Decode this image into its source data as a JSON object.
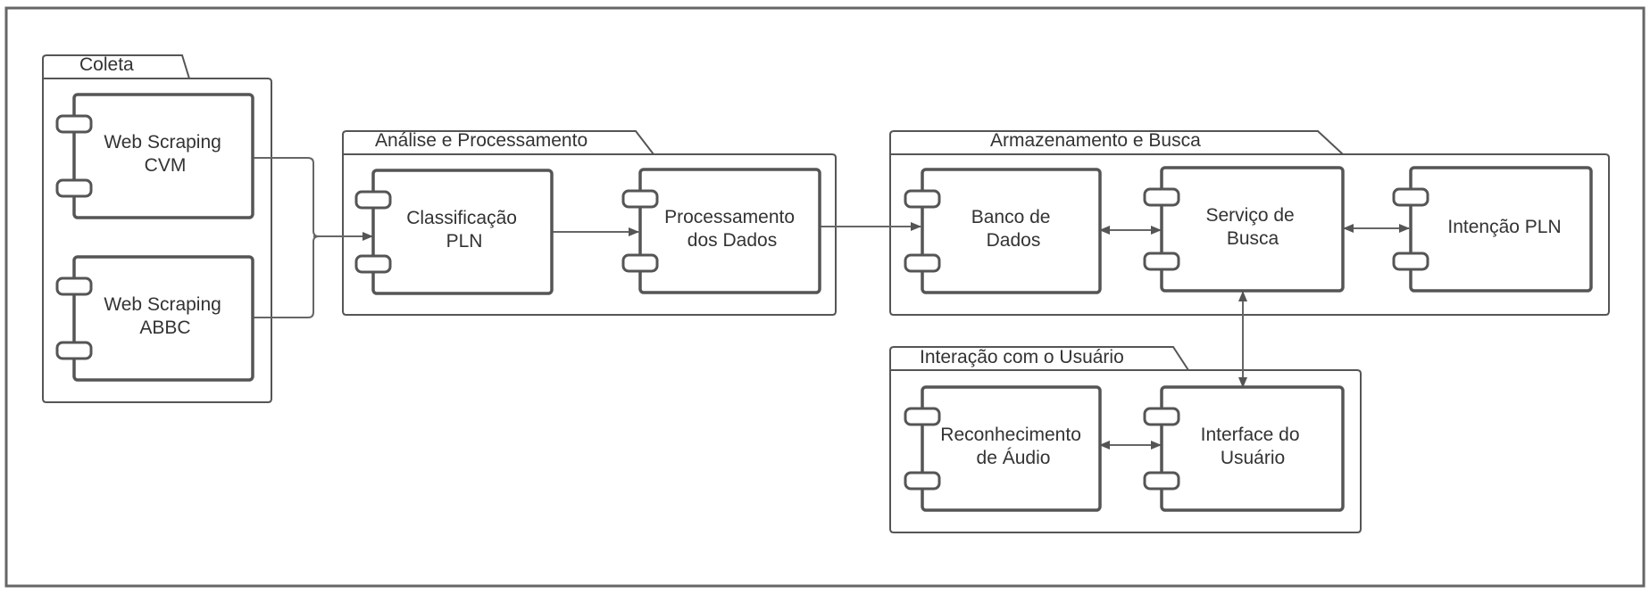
{
  "colors": {
    "stroke": "#555555",
    "connector": "#666666",
    "text": "#333333",
    "background": "#ffffff"
  },
  "packages": {
    "coleta": "Coleta",
    "analise": "Análise e Processamento",
    "armazenamento": "Armazenamento e Busca",
    "interacao": "Interação com o Usuário"
  },
  "components": {
    "web_scraping_cvm": [
      "Web Scraping",
      "CVM"
    ],
    "web_scraping_abbc": [
      "Web Scraping",
      "ABBC"
    ],
    "classificacao_pln": [
      "Classificação",
      "PLN"
    ],
    "processamento_dados": [
      "Processamento",
      "dos Dados"
    ],
    "banco_dados": [
      "Banco de",
      "Dados"
    ],
    "servico_busca": [
      "Serviço de",
      "Busca"
    ],
    "intencao_pln": [
      "Intenção PLN"
    ],
    "reconhecimento_audio": [
      "Reconhecimento",
      "de Áudio"
    ],
    "interface_usuario": [
      "Interface do",
      "Usuário"
    ]
  }
}
